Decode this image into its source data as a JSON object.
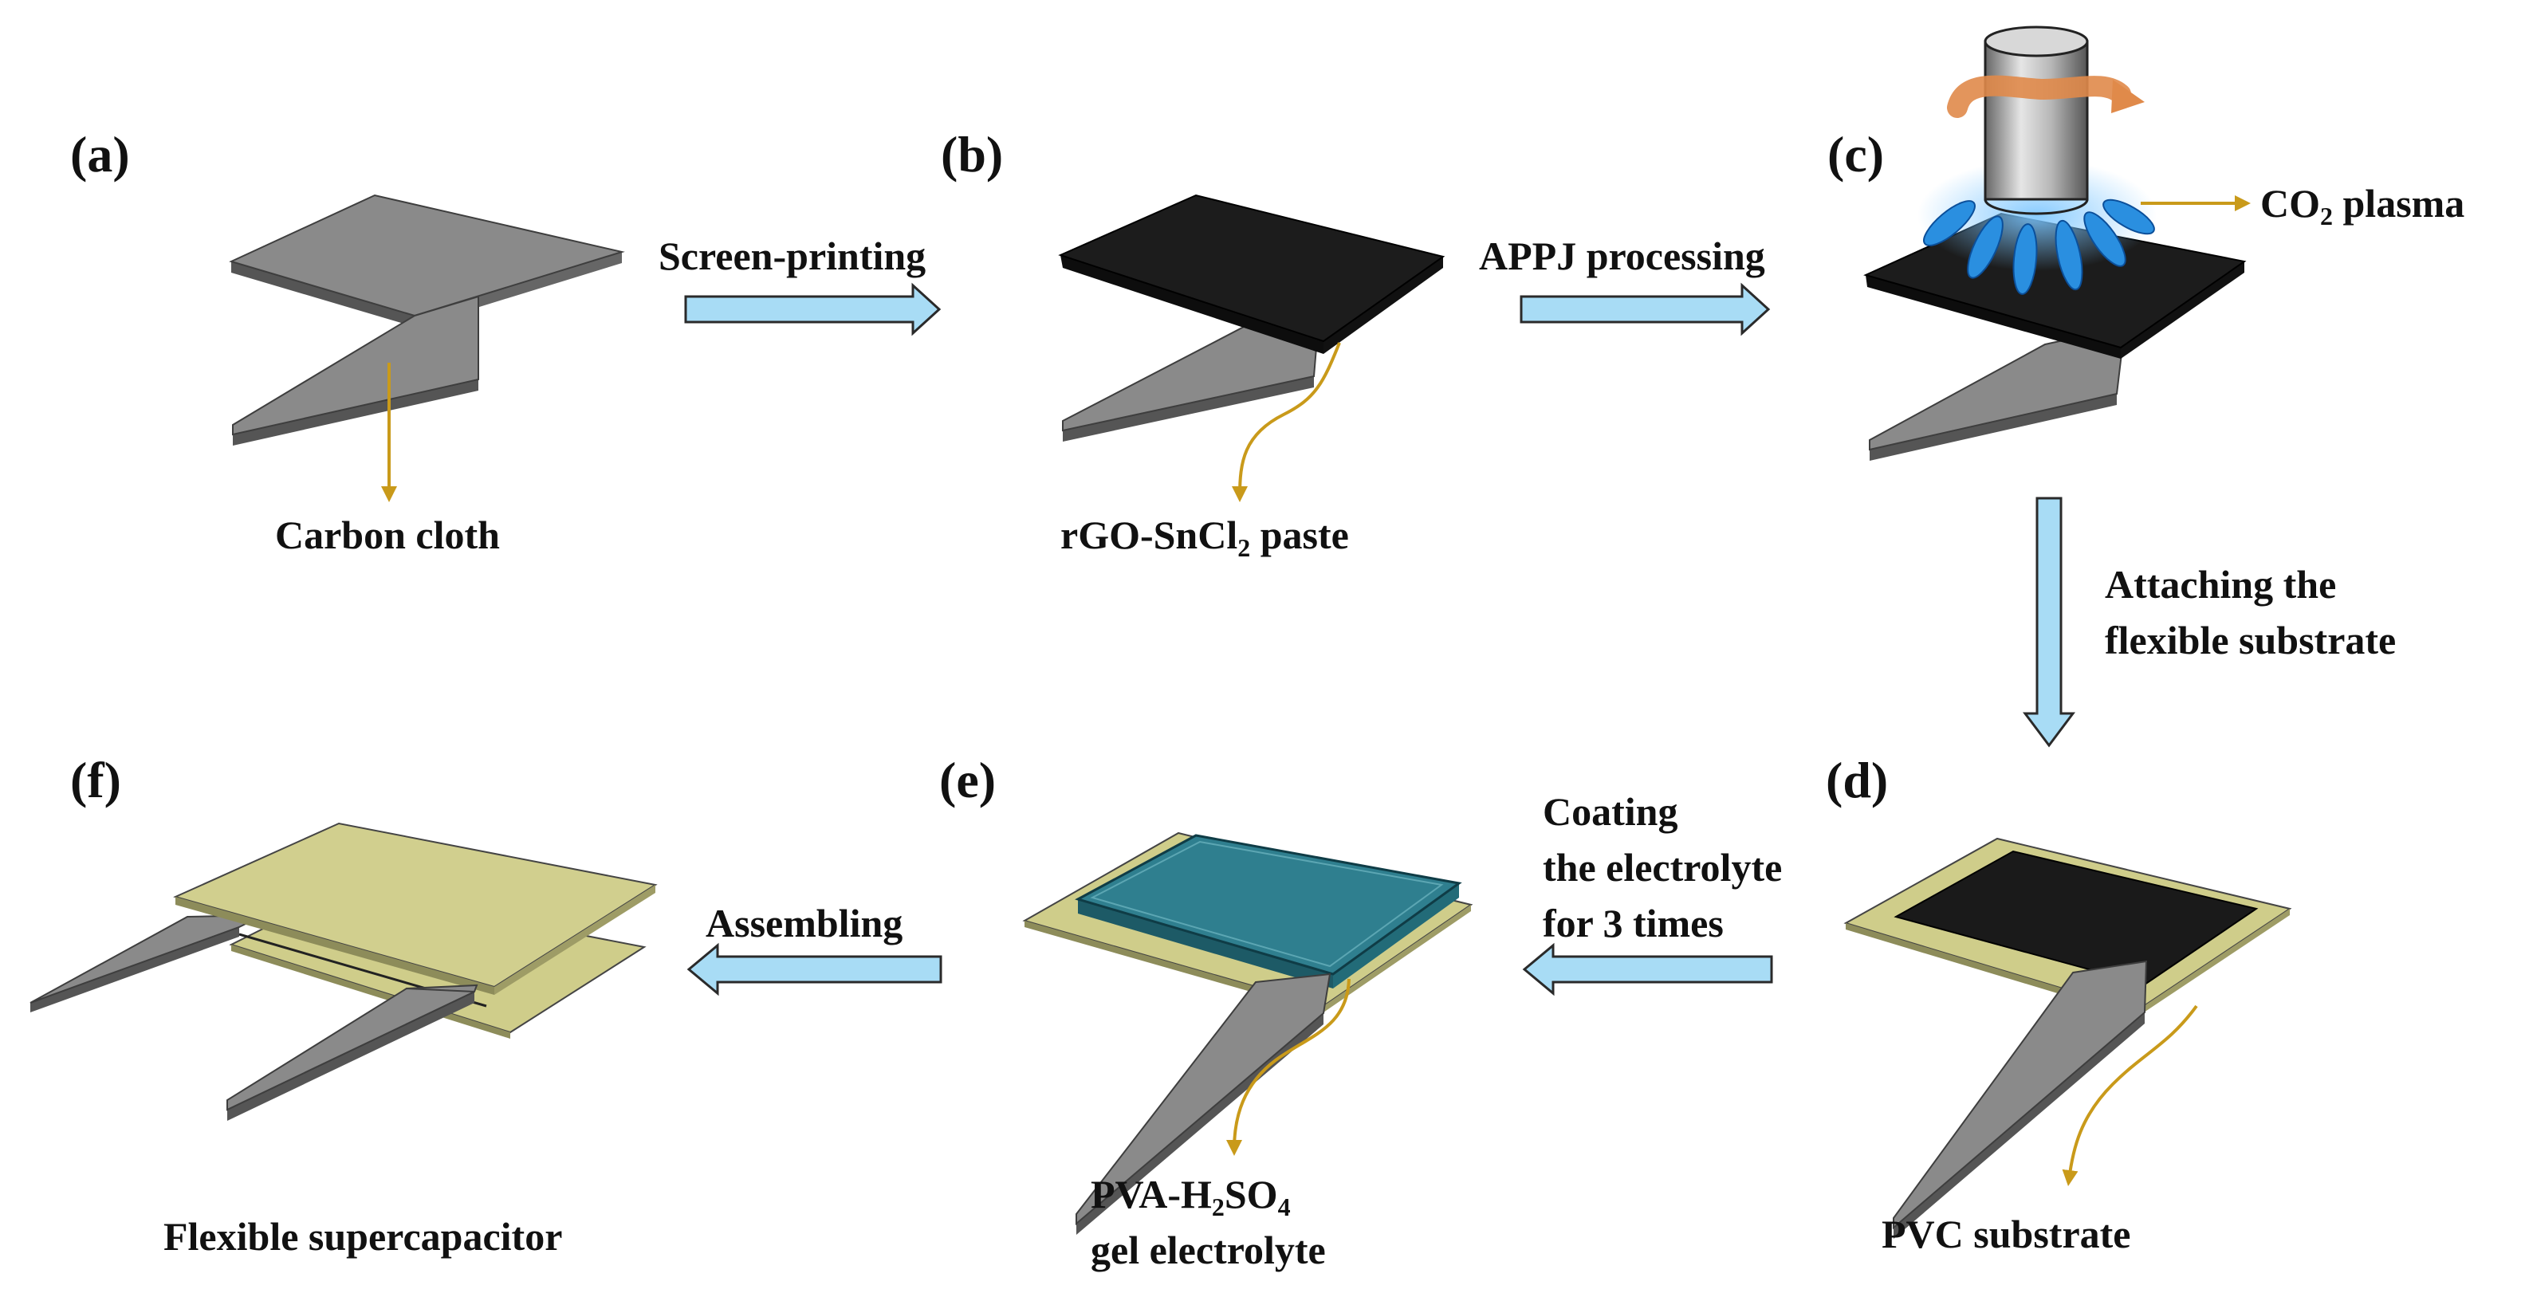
{
  "panels": {
    "a": {
      "letter": "(a)",
      "caption": "Carbon cloth"
    },
    "b": {
      "letter": "(b)",
      "caption_main": "rGO-SnCl",
      "caption_sub": "2",
      "caption_tail": " paste"
    },
    "c": {
      "letter": "(c)",
      "plasma_main": "CO",
      "plasma_sub": "2",
      "plasma_tail": " plasma"
    },
    "d": {
      "letter": "(d)",
      "caption": "PVC substrate"
    },
    "e": {
      "letter": "(e)",
      "caption_l1_a": "PVA-H",
      "caption_l1_sub1": "2",
      "caption_l1_b": "SO",
      "caption_l1_sub2": "4",
      "caption_l2": "gel electrolyte"
    },
    "f": {
      "letter": "(f)",
      "caption": "Flexible supercapacitor"
    }
  },
  "steps": {
    "ab": "Screen-printing",
    "bc": "APPJ processing",
    "cd_l1": "Attaching the",
    "cd_l2": "flexible substrate",
    "de_l1": "Coating",
    "de_l2": "the electrolyte",
    "de_l3": "for 3 times",
    "ef": "Assembling"
  },
  "colors": {
    "carbon_cloth": "#8c8c8c",
    "paste": "#1a1a1a",
    "pvc": "#cfcd8a",
    "electrolyte": "#2f7f8f",
    "process_arrow": "#a8dcf5",
    "pointer": "#c99a1a",
    "plasma": "#2a8fe0",
    "rotation_arrow": "#e08a4a"
  }
}
